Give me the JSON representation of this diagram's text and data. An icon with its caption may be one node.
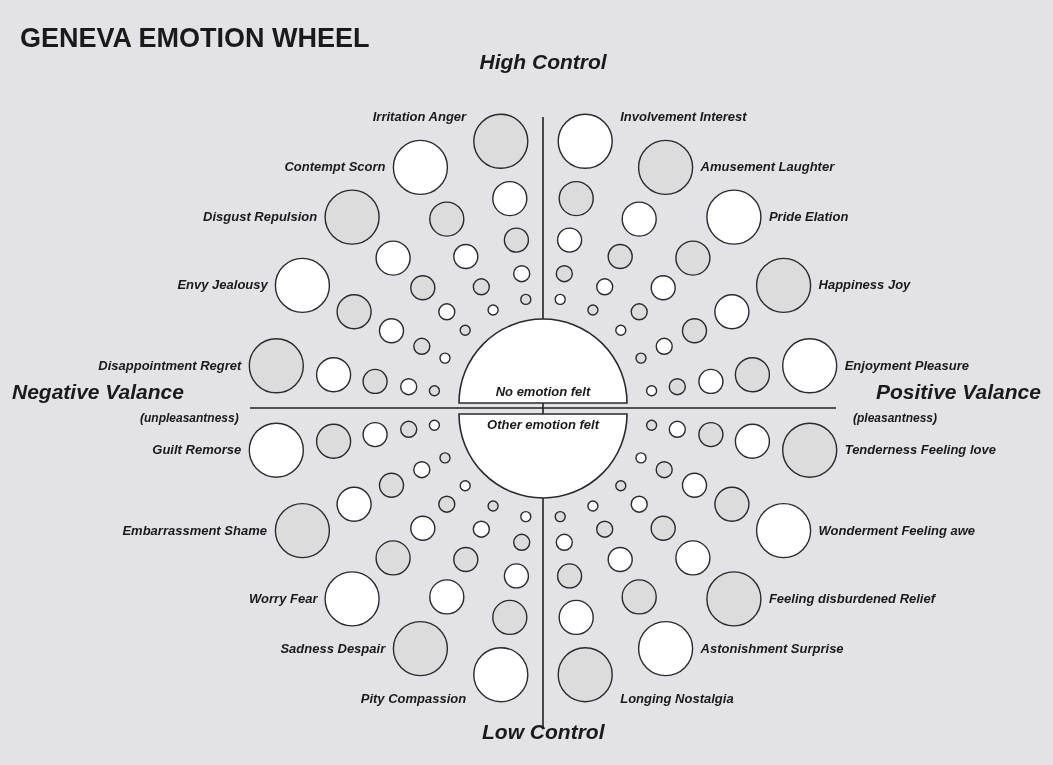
{
  "diagram": {
    "title": "GENEVA EMOTION WHEEL",
    "nodes": [
      {
        "text": [
          "No emotion felt"
        ]
      },
      {
        "text": [
          "Other emotion felt"
        ]
      }
    ],
    "labels": [
      "High Control",
      "Irritation Anger",
      "Involvement Interest",
      "Contempt Scorn",
      "Amusement Laughter",
      "Disgust Repulsion",
      "Pride Elation",
      "Envy Jealousy",
      "Happiness Joy",
      "Disappointment Regret",
      "Enjoyment Pleasure",
      "Negative Valance",
      "(unpleasantness)",
      "Positive Valance",
      "(pleasantness)",
      "Guilt Remorse",
      "Tenderness Feeling love",
      "Embarrassment Shame",
      "Wonderment Feeling awe",
      "Worry Fear",
      "Feeling disburdened Relief",
      "Sadness Despair",
      "Astonishment Surprise",
      "Pity Compassion",
      "Longing Nostalgia",
      "Low Control"
    ]
  }
}
